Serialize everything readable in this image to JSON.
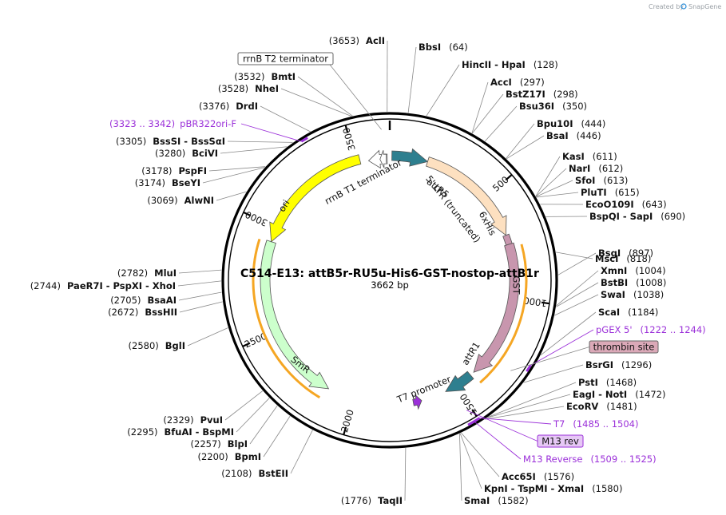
{
  "credit": {
    "prefix": "Created by",
    "brand": "SnapGene"
  },
  "plasmid": {
    "name": "C514-E13: attB5r-RU5u-His6-GST-nostop-attB1r",
    "size": "3662 bp",
    "length": 3662
  },
  "ticks": [
    {
      "bp": 500,
      "label": "500"
    },
    {
      "bp": 1000,
      "label": "1000"
    },
    {
      "bp": 1500,
      "label": "1500"
    },
    {
      "bp": 2000,
      "label": "2000"
    },
    {
      "bp": 2500,
      "label": "2500"
    },
    {
      "bp": 3000,
      "label": "3000"
    },
    {
      "bp": 3500,
      "label": "3500"
    }
  ],
  "features": [
    {
      "name": "attR5",
      "type": "arrow",
      "start": 10,
      "end": 180,
      "dir": 1,
      "color": "#2e7f8f"
    },
    {
      "name": "5' LTR (truncated)",
      "type": "arrow",
      "start": 180,
      "end": 700,
      "dir": 1,
      "color": "#fde0c0"
    },
    {
      "name": "6xHis",
      "type": "box",
      "start": 700,
      "end": 745,
      "dir": 1,
      "color": "#c896ae"
    },
    {
      "name": "GST",
      "type": "arrow",
      "start": 745,
      "end": 1400,
      "dir": 1,
      "color": "#c896ae"
    },
    {
      "name": "attR1",
      "type": "arrow",
      "start": 1420,
      "end": 1560,
      "dir": 1,
      "color": "#2e7f8f"
    },
    {
      "name": "T7 promoter",
      "type": "arrow",
      "start": 1680,
      "end": 1720,
      "dir": -1,
      "color": "#9b30d9"
    },
    {
      "name": "SmR",
      "type": "arrow",
      "start": 2130,
      "end": 2930,
      "dir": -1,
      "color": "#ccffcc"
    },
    {
      "name": "ori",
      "type": "arrow",
      "start": 2930,
      "end": 3520,
      "dir": -1,
      "color": "#ffff00"
    },
    {
      "name": "rrnB T1 terminator",
      "type": "arrow",
      "start": 3560,
      "end": 3650,
      "dir": -1,
      "color": "#ffffff"
    },
    {
      "name": "rrnB T2 terminator",
      "type": "arrow",
      "start": 3615,
      "end": 3645,
      "dir": -1,
      "color": "#ffffff"
    }
  ],
  "orf_arcs": [
    {
      "start": 760,
      "end": 1410,
      "color": "#f5a623"
    },
    {
      "start": 2145,
      "end": 2925,
      "color": "#f5a623"
    }
  ],
  "sites": [
    {
      "enzyme": "AclI",
      "position": "(3653)",
      "side": "left"
    },
    {
      "enzyme": "BbsI",
      "position": "(64)",
      "side": "right"
    },
    {
      "enzyme": "HincII  -  HpaI",
      "position": "(128)",
      "side": "right"
    },
    {
      "enzyme": "AccI",
      "position": "(297)",
      "side": "right"
    },
    {
      "enzyme": "BstZ17I",
      "position": "(298)",
      "side": "right"
    },
    {
      "enzyme": "Bsu36I",
      "position": "(350)",
      "side": "right"
    },
    {
      "enzyme": "Bpu10I",
      "position": "(444)",
      "side": "right"
    },
    {
      "enzyme": "BsaI",
      "position": "(446)",
      "side": "right"
    },
    {
      "enzyme": "KasI",
      "position": "(611)",
      "side": "right"
    },
    {
      "enzyme": "NarI",
      "position": "(612)",
      "side": "right"
    },
    {
      "enzyme": "SfoI",
      "position": "(613)",
      "side": "right"
    },
    {
      "enzyme": "PluTI",
      "position": "(615)",
      "side": "right"
    },
    {
      "enzyme": "EcoO109I",
      "position": "(643)",
      "side": "right"
    },
    {
      "enzyme": "BspQI  -  SapI",
      "position": "(690)",
      "side": "right"
    },
    {
      "enzyme": "MscI",
      "position": "(818)",
      "side": "right"
    },
    {
      "enzyme": "BsgI",
      "position": "(897)",
      "side": "right"
    },
    {
      "enzyme": "XmnI",
      "position": "(1004)",
      "side": "right"
    },
    {
      "enzyme": "BstBI",
      "position": "(1008)",
      "side": "right"
    },
    {
      "enzyme": "SwaI",
      "position": "(1038)",
      "side": "right"
    },
    {
      "enzyme": "ScaI",
      "position": "(1184)",
      "side": "right"
    },
    {
      "enzyme": "BsrGI",
      "position": "(1296)",
      "side": "right"
    },
    {
      "enzyme": "PstI",
      "position": "(1468)",
      "side": "right"
    },
    {
      "enzyme": "EagI  -  NotI",
      "position": "(1472)",
      "side": "right"
    },
    {
      "enzyme": "EcoRV",
      "position": "(1481)",
      "side": "right"
    },
    {
      "enzyme": "Acc65I",
      "position": "(1576)",
      "side": "right"
    },
    {
      "enzyme": "KpnI  -  TspMI  -  XmaI",
      "position": "(1580)",
      "side": "right"
    },
    {
      "enzyme": "SmaI",
      "position": "(1582)",
      "side": "right"
    },
    {
      "enzyme": "TaqII",
      "position": "(1776)",
      "side": "left"
    },
    {
      "enzyme": "BstEII",
      "position": "(2108)",
      "side": "left"
    },
    {
      "enzyme": "BpmI",
      "position": "(2200)",
      "side": "left"
    },
    {
      "enzyme": "BlpI",
      "position": "(2257)",
      "side": "left"
    },
    {
      "enzyme": "BfuAI  -  BspMI",
      "position": "(2295)",
      "side": "left"
    },
    {
      "enzyme": "PvuI",
      "position": "(2329)",
      "side": "left"
    },
    {
      "enzyme": "BglI",
      "position": "(2580)",
      "side": "left"
    },
    {
      "enzyme": "BssHII",
      "position": "(2672)",
      "side": "left"
    },
    {
      "enzyme": "BsaAI",
      "position": "(2705)",
      "side": "left"
    },
    {
      "enzyme": "PaeR7I  -  PspXI  -  XhoI",
      "position": "(2744)",
      "side": "left"
    },
    {
      "enzyme": "MluI",
      "position": "(2782)",
      "side": "left"
    },
    {
      "enzyme": "AlwNI",
      "position": "(3069)",
      "side": "left"
    },
    {
      "enzyme": "BseYI",
      "position": "(3174)",
      "side": "left"
    },
    {
      "enzyme": "PspFI",
      "position": "(3178)",
      "side": "left"
    },
    {
      "enzyme": "BciVI",
      "position": "(3280)",
      "side": "left"
    },
    {
      "enzyme": "BssSI  -  BssSαI",
      "position": "(3305)",
      "side": "left"
    },
    {
      "enzyme": "DrdI",
      "position": "(3376)",
      "side": "left"
    },
    {
      "enzyme": "NheI",
      "position": "(3528)",
      "side": "left"
    },
    {
      "enzyme": "BmtI",
      "position": "(3532)",
      "side": "left"
    }
  ],
  "primers": [
    {
      "name": "pBR322ori-F",
      "position": "(3323 .. 3342)",
      "bp": 3332,
      "side": "left"
    },
    {
      "name": "pGEX 5'",
      "position": "(1222 .. 1244)",
      "bp": 1233,
      "side": "right"
    },
    {
      "name": "T7",
      "position": "(1485 .. 1504)",
      "bp": 1494,
      "side": "right"
    },
    {
      "name": "M13 Reverse",
      "position": "(1509 .. 1525)",
      "bp": 1517,
      "side": "right"
    }
  ],
  "boxed_labels": [
    {
      "name": "rrnB T2 terminator",
      "bp": 3630,
      "fill": "#ffffff",
      "stroke": "#666666",
      "color": "#111111"
    },
    {
      "name": "thrombin site",
      "bp": 1290,
      "fill": "#dba9b8",
      "stroke": "#666666",
      "color": "#111111"
    },
    {
      "name": "M13 rev",
      "bp": 1520,
      "fill": "#e6c8f5",
      "stroke": "#9b30d9",
      "color": "#111111"
    }
  ]
}
